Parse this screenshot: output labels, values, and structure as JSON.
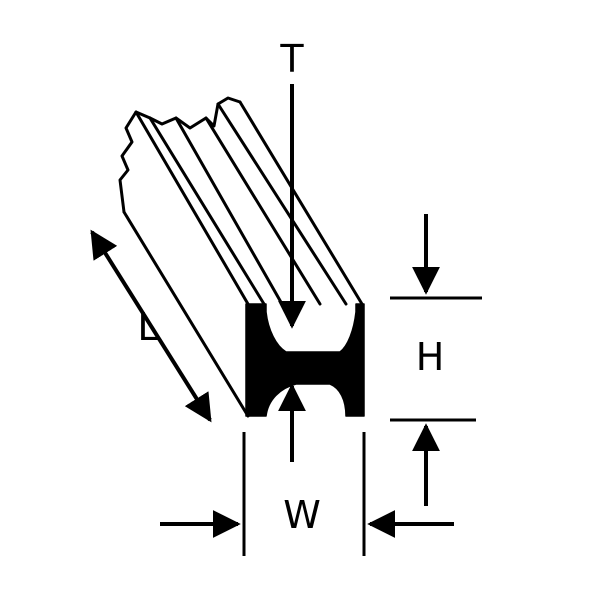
{
  "diagram": {
    "labels": {
      "thickness": "T",
      "length": "L",
      "height": "H",
      "width": "W"
    },
    "colors": {
      "ink": "#000000",
      "paper": "#ffffff"
    },
    "icons": [
      "h-beam-profile",
      "dimension-arrow"
    ]
  }
}
